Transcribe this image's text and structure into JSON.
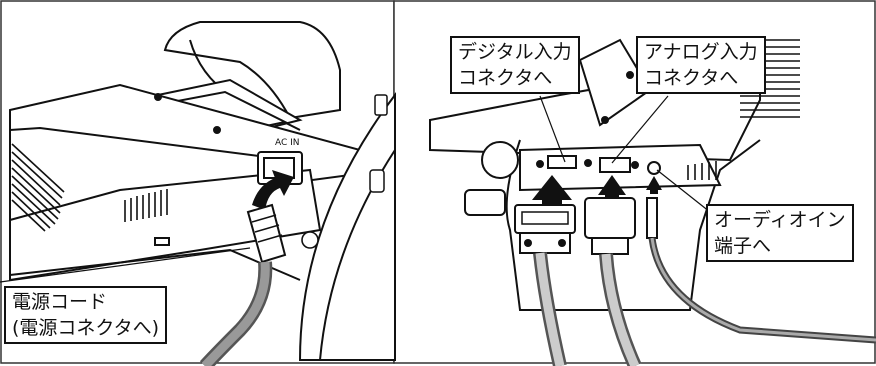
{
  "left_panel": {
    "label_line1": "電源コード",
    "label_line2": "(電源コネクタへ)",
    "port_text": "AC  IN"
  },
  "right_panel": {
    "digital_line1": "デジタル入力",
    "digital_line2": "コネクタへ",
    "analog_line1": "アナログ入力",
    "analog_line2": "コネクタへ",
    "audio_line1": "オーディオイン",
    "audio_line2": "端子へ"
  }
}
